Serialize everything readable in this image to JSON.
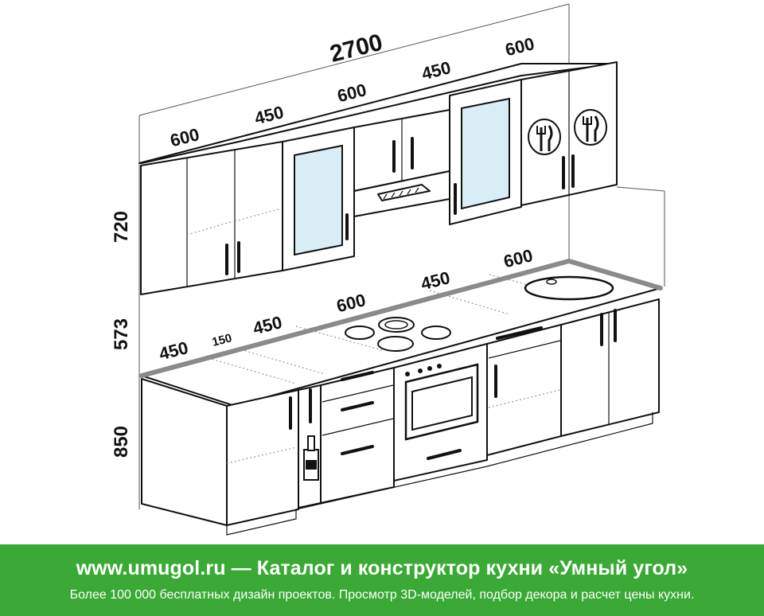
{
  "dimensions": {
    "total_width": "2700",
    "upper": [
      "600",
      "450",
      "600",
      "450",
      "600"
    ],
    "lower": [
      "450",
      "150",
      "450",
      "600",
      "450",
      "600"
    ],
    "heights": {
      "upper_cabinets": "720",
      "backsplash": "573",
      "base_cabinets": "850"
    }
  },
  "footer": {
    "site": "www.umugol.ru",
    "dash": "—",
    "title": "Каталог и конструктор кухни «Умный угол»",
    "subtitle": "Более 100 000 бесплатных дизайн проектов. Просмотр 3D-моделей, подбор декора и расчет цены кухни."
  },
  "colors": {
    "footer_bg": "#3aa935",
    "glass": "#d9edf7",
    "countertop_edge": "#8a8a8a"
  }
}
